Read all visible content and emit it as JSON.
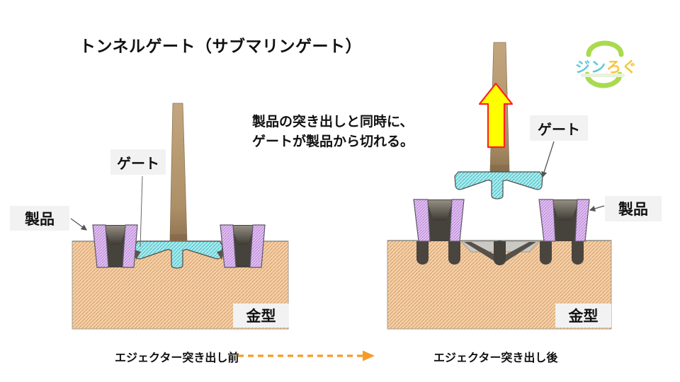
{
  "title": "トンネルゲート（サブマリンゲート）",
  "annotation": {
    "line1": "製品の突き出しと同時に、",
    "line2": "ゲートが製品から切れる。"
  },
  "labels": {
    "product": "製品",
    "gate": "ゲート",
    "mold": "金型"
  },
  "captions": {
    "before": "エジェクター突き出し前",
    "after": "エジェクター突き出し後"
  },
  "logo": {
    "part1": "ジン",
    "part2": "ろぐ"
  },
  "colors": {
    "mold_fill": "#F5D0A8",
    "mold_hatch": "#D5A06A",
    "product_fill": "#E0C2EF",
    "product_hatch": "#B77BD8",
    "gate_fill": "#ACEBEB",
    "gate_hatch": "#43BECC",
    "sprue": "#B49B78",
    "dark_metal": "#49443E",
    "eject_arrow_fill": "#FFFF00",
    "eject_arrow_stroke": "#FF2020",
    "transition_arrow": "#F59B28",
    "label_bg": "#F2F2F2",
    "logo_arc": "#A9DA4F",
    "logo_text1": "#5FC9DC",
    "logo_text2": "#F8C53C"
  }
}
